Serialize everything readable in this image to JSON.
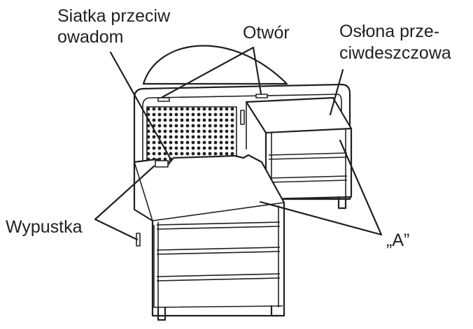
{
  "labels": {
    "insect_net_line1": "Siatka przeciw",
    "insect_net_line2": "owadom",
    "opening": "Otwór",
    "rain_cover_line1": "Osłona prze-",
    "rain_cover_line2": "ciwdeszczowa",
    "tab": "Wypustka",
    "part_a": "„A”"
  },
  "colors": {
    "line": "#231f20",
    "background": "#ffffff"
  }
}
